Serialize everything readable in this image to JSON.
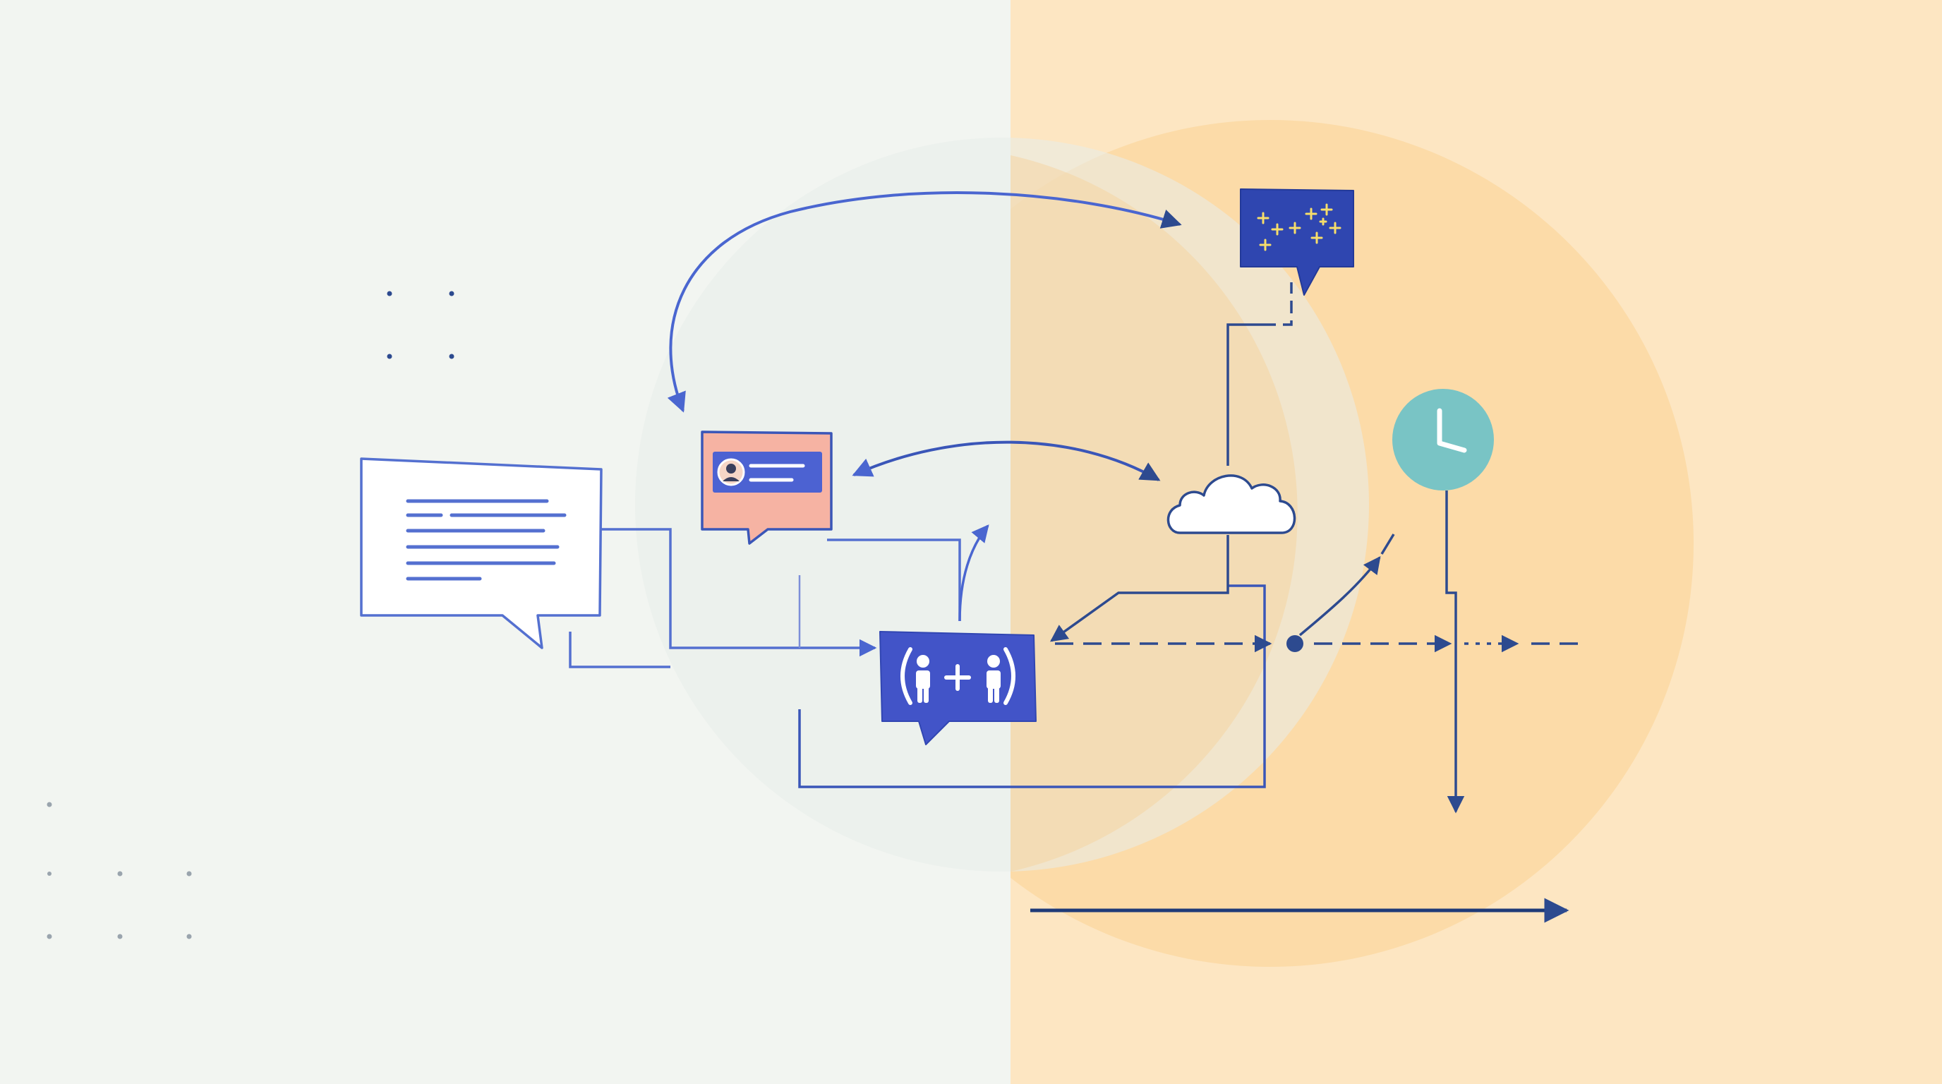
{
  "colors": {
    "left_background": "#f2f5f1",
    "right_background": "#fde6c2",
    "large_circle": "#fcd9a2",
    "faint_circle": "#e9eeea",
    "accent_blue": "#4254c8",
    "navy_line": "#2d4a8f",
    "light_blue_line": "#5470d0",
    "salmon": "#f6b3a3",
    "teal": "#79c4c5",
    "sparkle_yellow": "#f6dd6a",
    "white": "#ffffff"
  },
  "nodes": [
    {
      "id": "document-message",
      "icon": "document-speech-bubble-icon",
      "interactable": true
    },
    {
      "id": "profile-message",
      "icon": "profile-card-speech-bubble-icon",
      "interactable": true
    },
    {
      "id": "connect-people",
      "icon": "people-plus-speech-bubble-icon",
      "interactable": true
    },
    {
      "id": "ideas-message",
      "icon": "sparkles-speech-bubble-icon",
      "interactable": true
    },
    {
      "id": "cloud",
      "icon": "cloud-icon",
      "interactable": true
    },
    {
      "id": "clock",
      "icon": "clock-icon",
      "interactable": true
    }
  ],
  "connectors": [
    "curved-arrow-top",
    "curved-arrow-middle",
    "flow-dashed-arrow",
    "timeline-arrow"
  ]
}
